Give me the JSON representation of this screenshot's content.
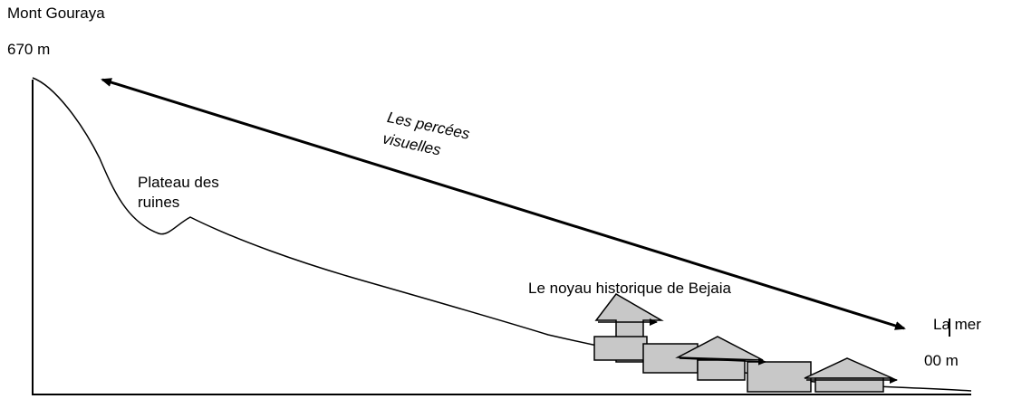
{
  "labels": {
    "summit_name": "Mont Gouraya",
    "summit_altitude": "670 m",
    "plateau": "Plateau des ruines",
    "arrow_text": "Les percées visuelles",
    "noyau": "Le noyau historique de Bejaia",
    "sea_name": "La mer",
    "sea_altitude": "00 m"
  },
  "colors": {
    "line": "#000000",
    "house_fill": "#c8c8c8"
  }
}
